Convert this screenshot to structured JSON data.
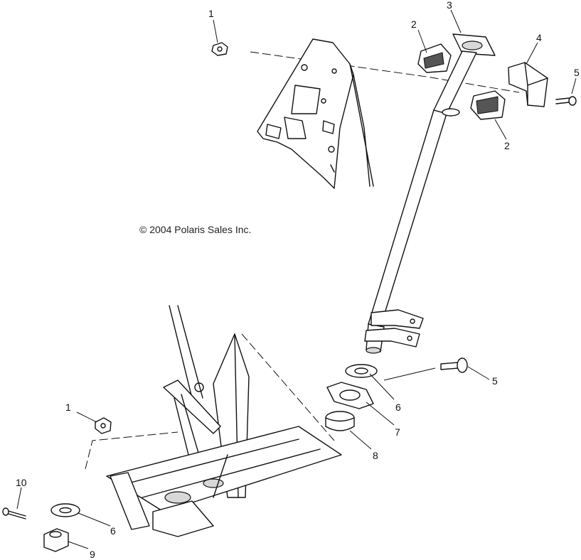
{
  "copyright": "© 2004 Polaris Sales Inc.",
  "callouts": [
    {
      "id": "c1a",
      "text": "1"
    },
    {
      "id": "c2a",
      "text": "2"
    },
    {
      "id": "c3",
      "text": "3"
    },
    {
      "id": "c4",
      "text": "4"
    },
    {
      "id": "c5a",
      "text": "5"
    },
    {
      "id": "c2b",
      "text": "2"
    },
    {
      "id": "c5b",
      "text": "5"
    },
    {
      "id": "c6a",
      "text": "6"
    },
    {
      "id": "c7",
      "text": "7"
    },
    {
      "id": "c8",
      "text": "8"
    },
    {
      "id": "c1b",
      "text": "1"
    },
    {
      "id": "c10",
      "text": "10"
    },
    {
      "id": "c6b",
      "text": "6"
    },
    {
      "id": "c9",
      "text": "9"
    }
  ]
}
